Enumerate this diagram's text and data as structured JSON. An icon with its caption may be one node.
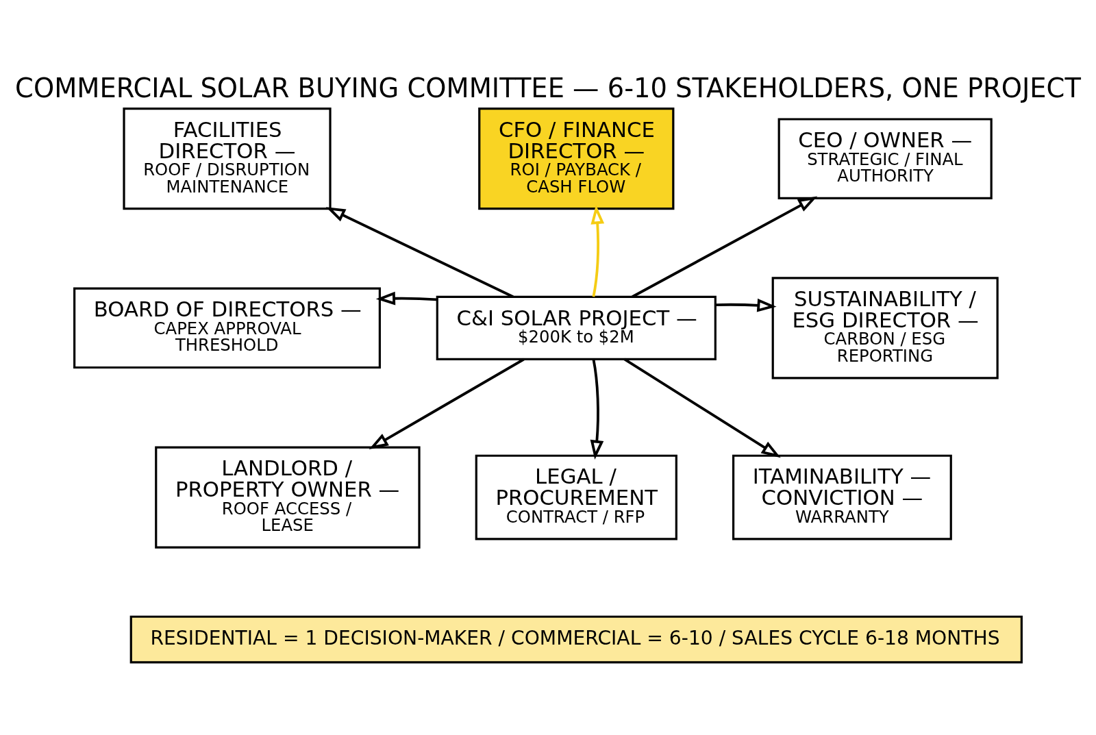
{
  "diagram": {
    "title": "COMMERCIAL SOLAR BUYING COMMITTEE — 6-10 STAKEHOLDERS, ONE PROJECT",
    "nodes": [
      {
        "text": [
          "FACILITIES DIRECTOR —",
          "ROOF / DISRUPTION MAINTENANCE"
        ]
      },
      {
        "text": [
          "CFO / FINANCE DIRECTOR —",
          "ROI / PAYBACK / CASH FLOW"
        ]
      },
      {
        "text": [
          "CEO / OWNER —",
          "STRATEGIC / FINAL AUTHORITY"
        ]
      },
      {
        "text": [
          "BOARD OF DIRECTORS —",
          "CAPEX APPROVAL THRESHOLD"
        ]
      },
      {
        "text": [
          "C&I SOLAR PROJECT —",
          "$200K to $2M"
        ]
      },
      {
        "text": [
          "SUSTAINABILITY / ESG DIRECTOR —",
          "CARBON / ESG REPORTING"
        ]
      },
      {
        "text": [
          "LANDLORD / PROPERTY OWNER —",
          "ROOF ACCESS / LEASE"
        ]
      },
      {
        "text": [
          "LEGAL / PROCUREMENT",
          "CONTRACT / RFP"
        ]
      },
      {
        "text": [
          "ITAMINABILITY — CONVICTION —",
          "WARRANTY"
        ]
      },
      {
        "text": [
          "RESIDENTIAL = 1 DECISION-MAKER / COMMERCIAL = 6-10 / SALES CYCLE 6-18 MONTHS"
        ]
      }
    ],
    "edges": [
      {
        "from": 4,
        "to": 0,
        "arrow": "to"
      },
      {
        "from": 4,
        "to": 1,
        "arrow": "to",
        "color": "#f5cc14"
      },
      {
        "from": 4,
        "to": 2,
        "arrow": "to"
      },
      {
        "from": 4,
        "to": 3,
        "arrow": "to"
      },
      {
        "from": 4,
        "to": 5,
        "arrow": "to"
      },
      {
        "from": 4,
        "to": 6,
        "arrow": "to"
      },
      {
        "from": 4,
        "to": 7,
        "arrow": "to"
      },
      {
        "from": 4,
        "to": 8,
        "arrow": "to"
      }
    ]
  }
}
